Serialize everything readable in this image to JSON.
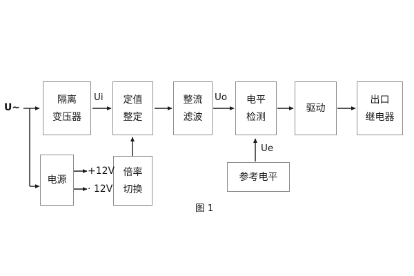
{
  "figure": {
    "caption": "图 1",
    "background": "#ffffff",
    "box_border_color": "#8c8c8c",
    "arrow_color": "#1a1a1a",
    "text_color": "#1a1a1a"
  },
  "inputs": {
    "source_label": "U~"
  },
  "blocks": [
    {
      "id": "isolation-transformer",
      "line1": "隔离",
      "line2": "变压器"
    },
    {
      "id": "setting-value",
      "line1": "定值",
      "line2": "整定"
    },
    {
      "id": "rectify-filter",
      "line1": "整流",
      "line2": "滤波"
    },
    {
      "id": "level-detect",
      "line1": "电平",
      "line2": "检测"
    },
    {
      "id": "drive",
      "line1": "驱动",
      "line2": ""
    },
    {
      "id": "output-relay",
      "line1": "出口",
      "line2": "继电器"
    },
    {
      "id": "power-supply",
      "line1": "电源",
      "line2": ""
    },
    {
      "id": "ratio-switch",
      "line1": "倍率",
      "line2": "切换"
    },
    {
      "id": "reference-level",
      "line1": "参考电平",
      "line2": ""
    }
  ],
  "signals": {
    "ui": "Ui",
    "uo": "Uo",
    "ue": "Ue"
  },
  "power_rails": [
    {
      "id": "rail-pos",
      "label": "+12V"
    },
    {
      "id": "rail-neg",
      "label": "· 12V"
    }
  ]
}
